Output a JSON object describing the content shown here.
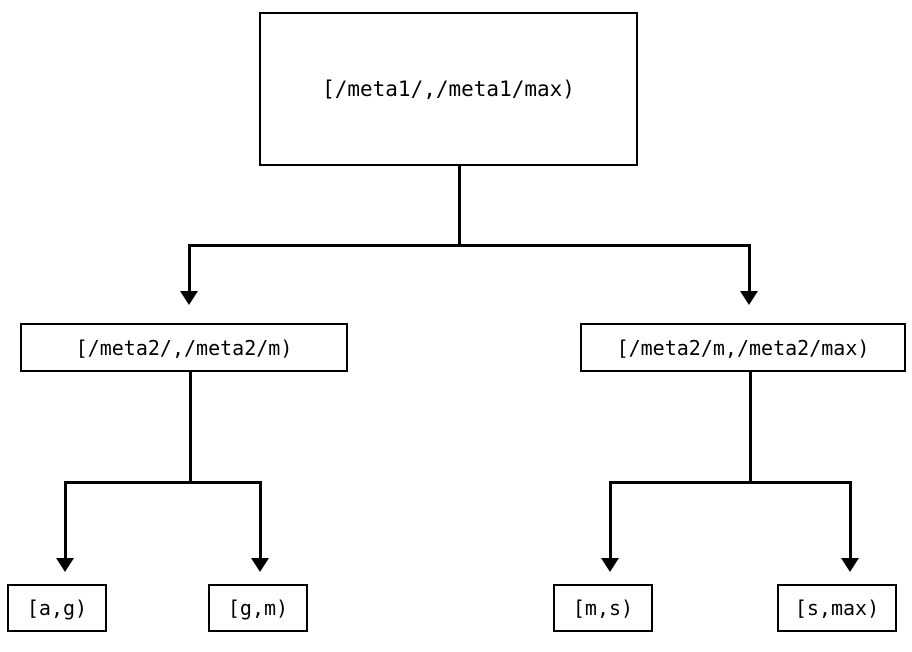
{
  "diagram": {
    "type": "tree",
    "background_color": "#ffffff",
    "line_color": "#000000",
    "text_color": "#000000",
    "root": {
      "label": "[/meta1/,/meta1/max)"
    },
    "level2": [
      {
        "label": "[/meta2/,/meta2/m)"
      },
      {
        "label": "[/meta2/m,/meta2/max)"
      }
    ],
    "leaves": [
      {
        "label": "[a,g)"
      },
      {
        "label": "[g,m)"
      },
      {
        "label": "[m,s)"
      },
      {
        "label": "[s,max)"
      }
    ]
  }
}
